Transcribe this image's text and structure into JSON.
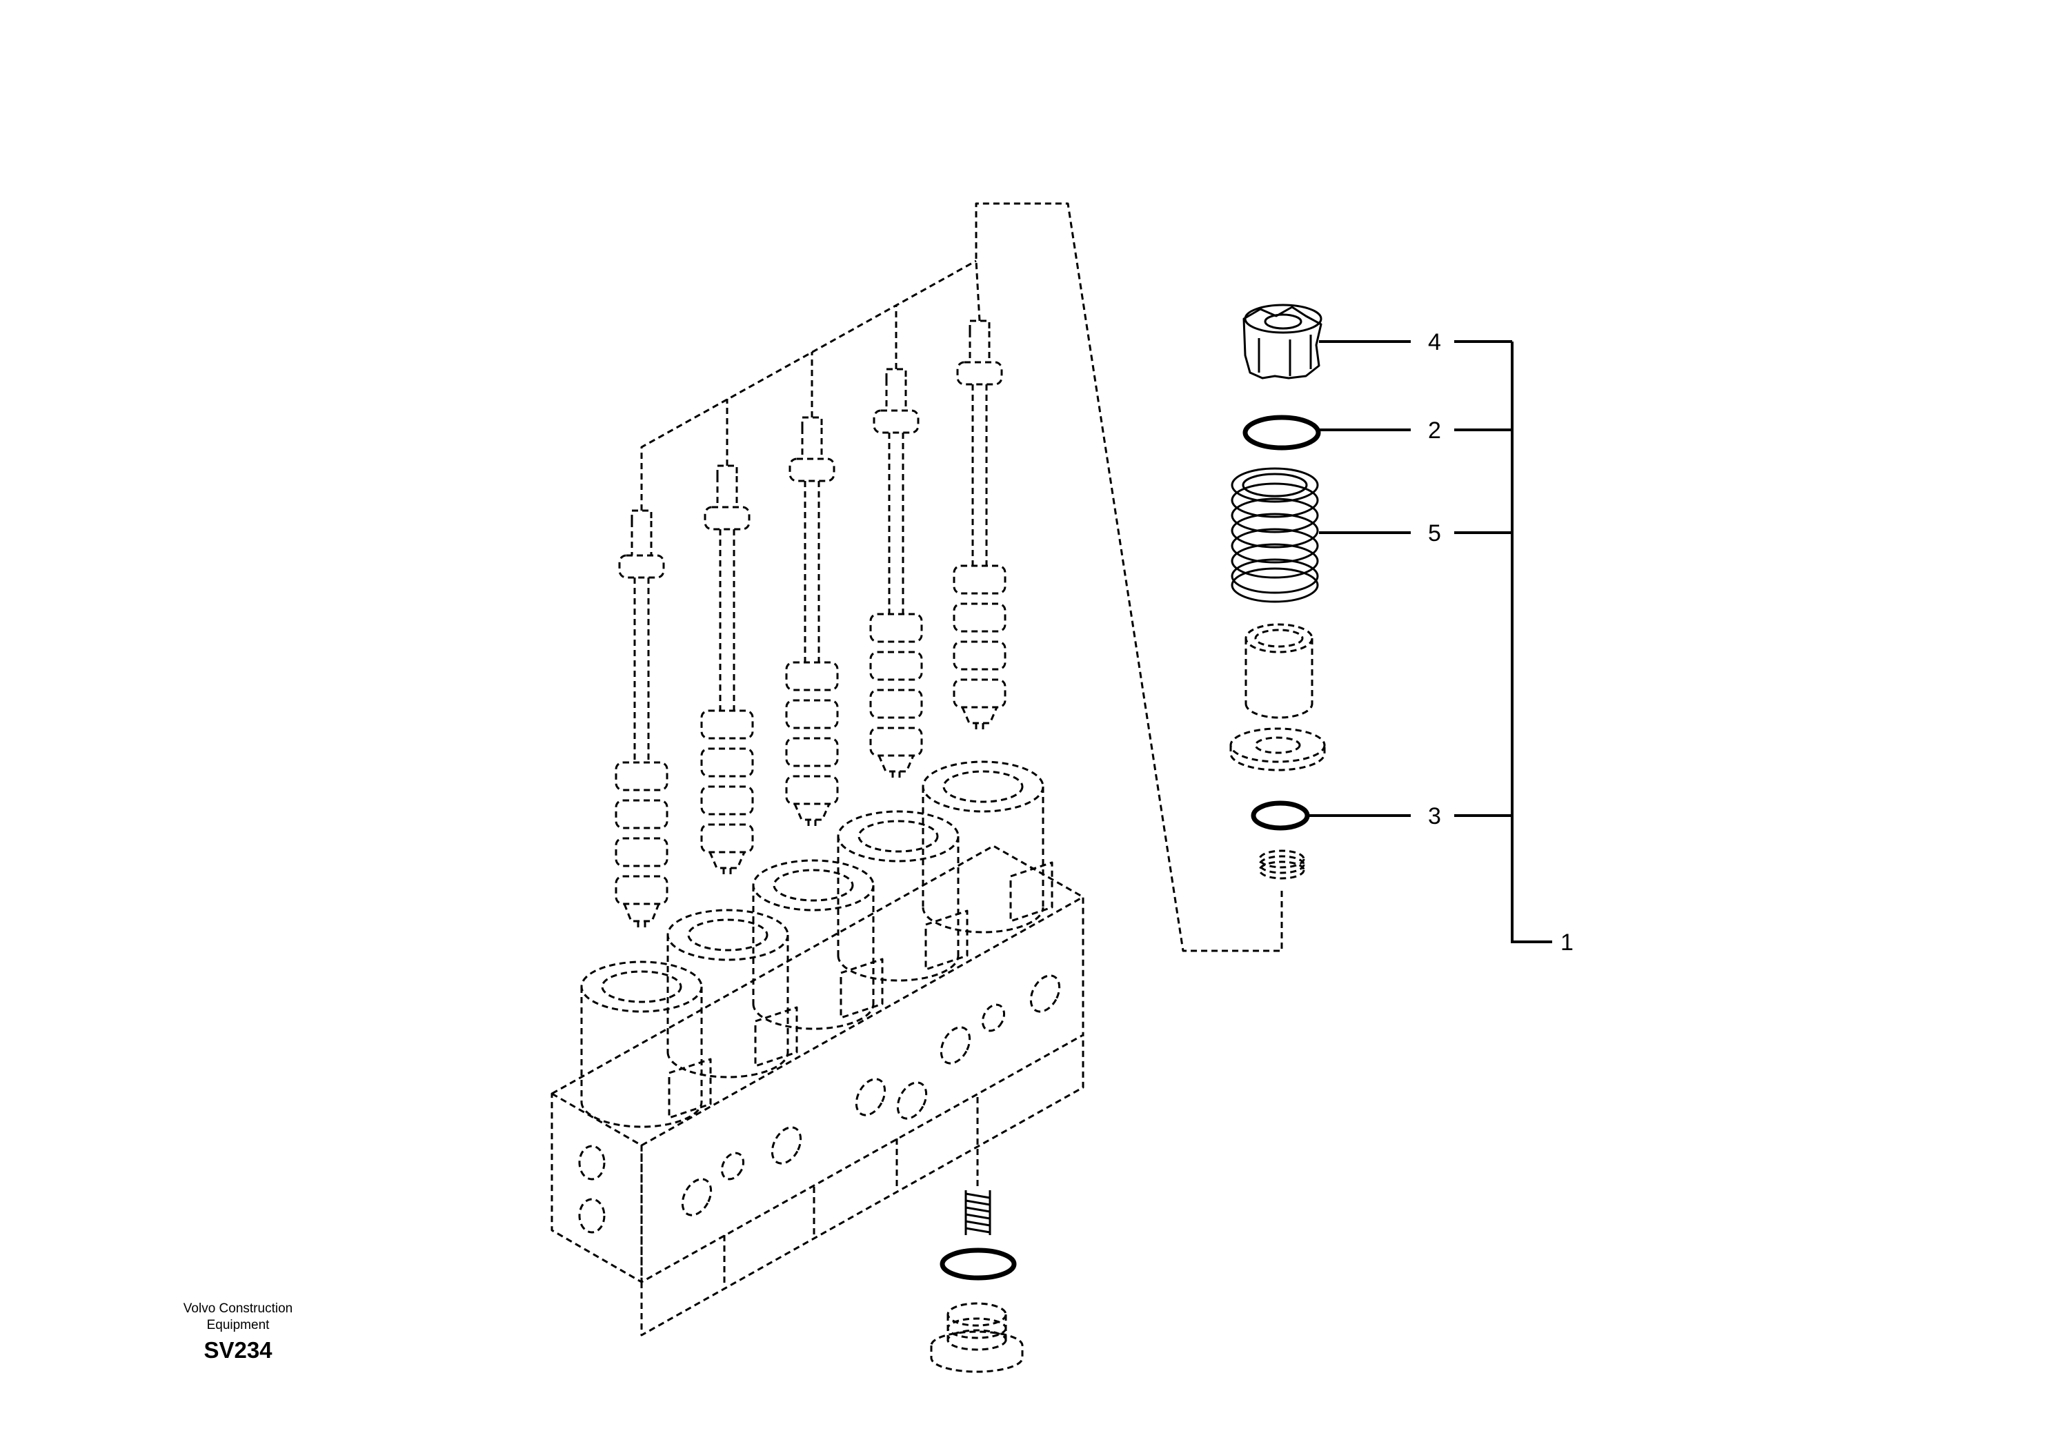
{
  "callouts": [
    {
      "id": "4",
      "label": "4"
    },
    {
      "id": "2",
      "label": "2"
    },
    {
      "id": "5",
      "label": "5"
    },
    {
      "id": "3",
      "label": "3"
    },
    {
      "id": "1",
      "label": "1"
    }
  ],
  "footer": {
    "manufacturer_line1": "Volvo Construction",
    "manufacturer_line2": "Equipment",
    "code": "SV234"
  }
}
